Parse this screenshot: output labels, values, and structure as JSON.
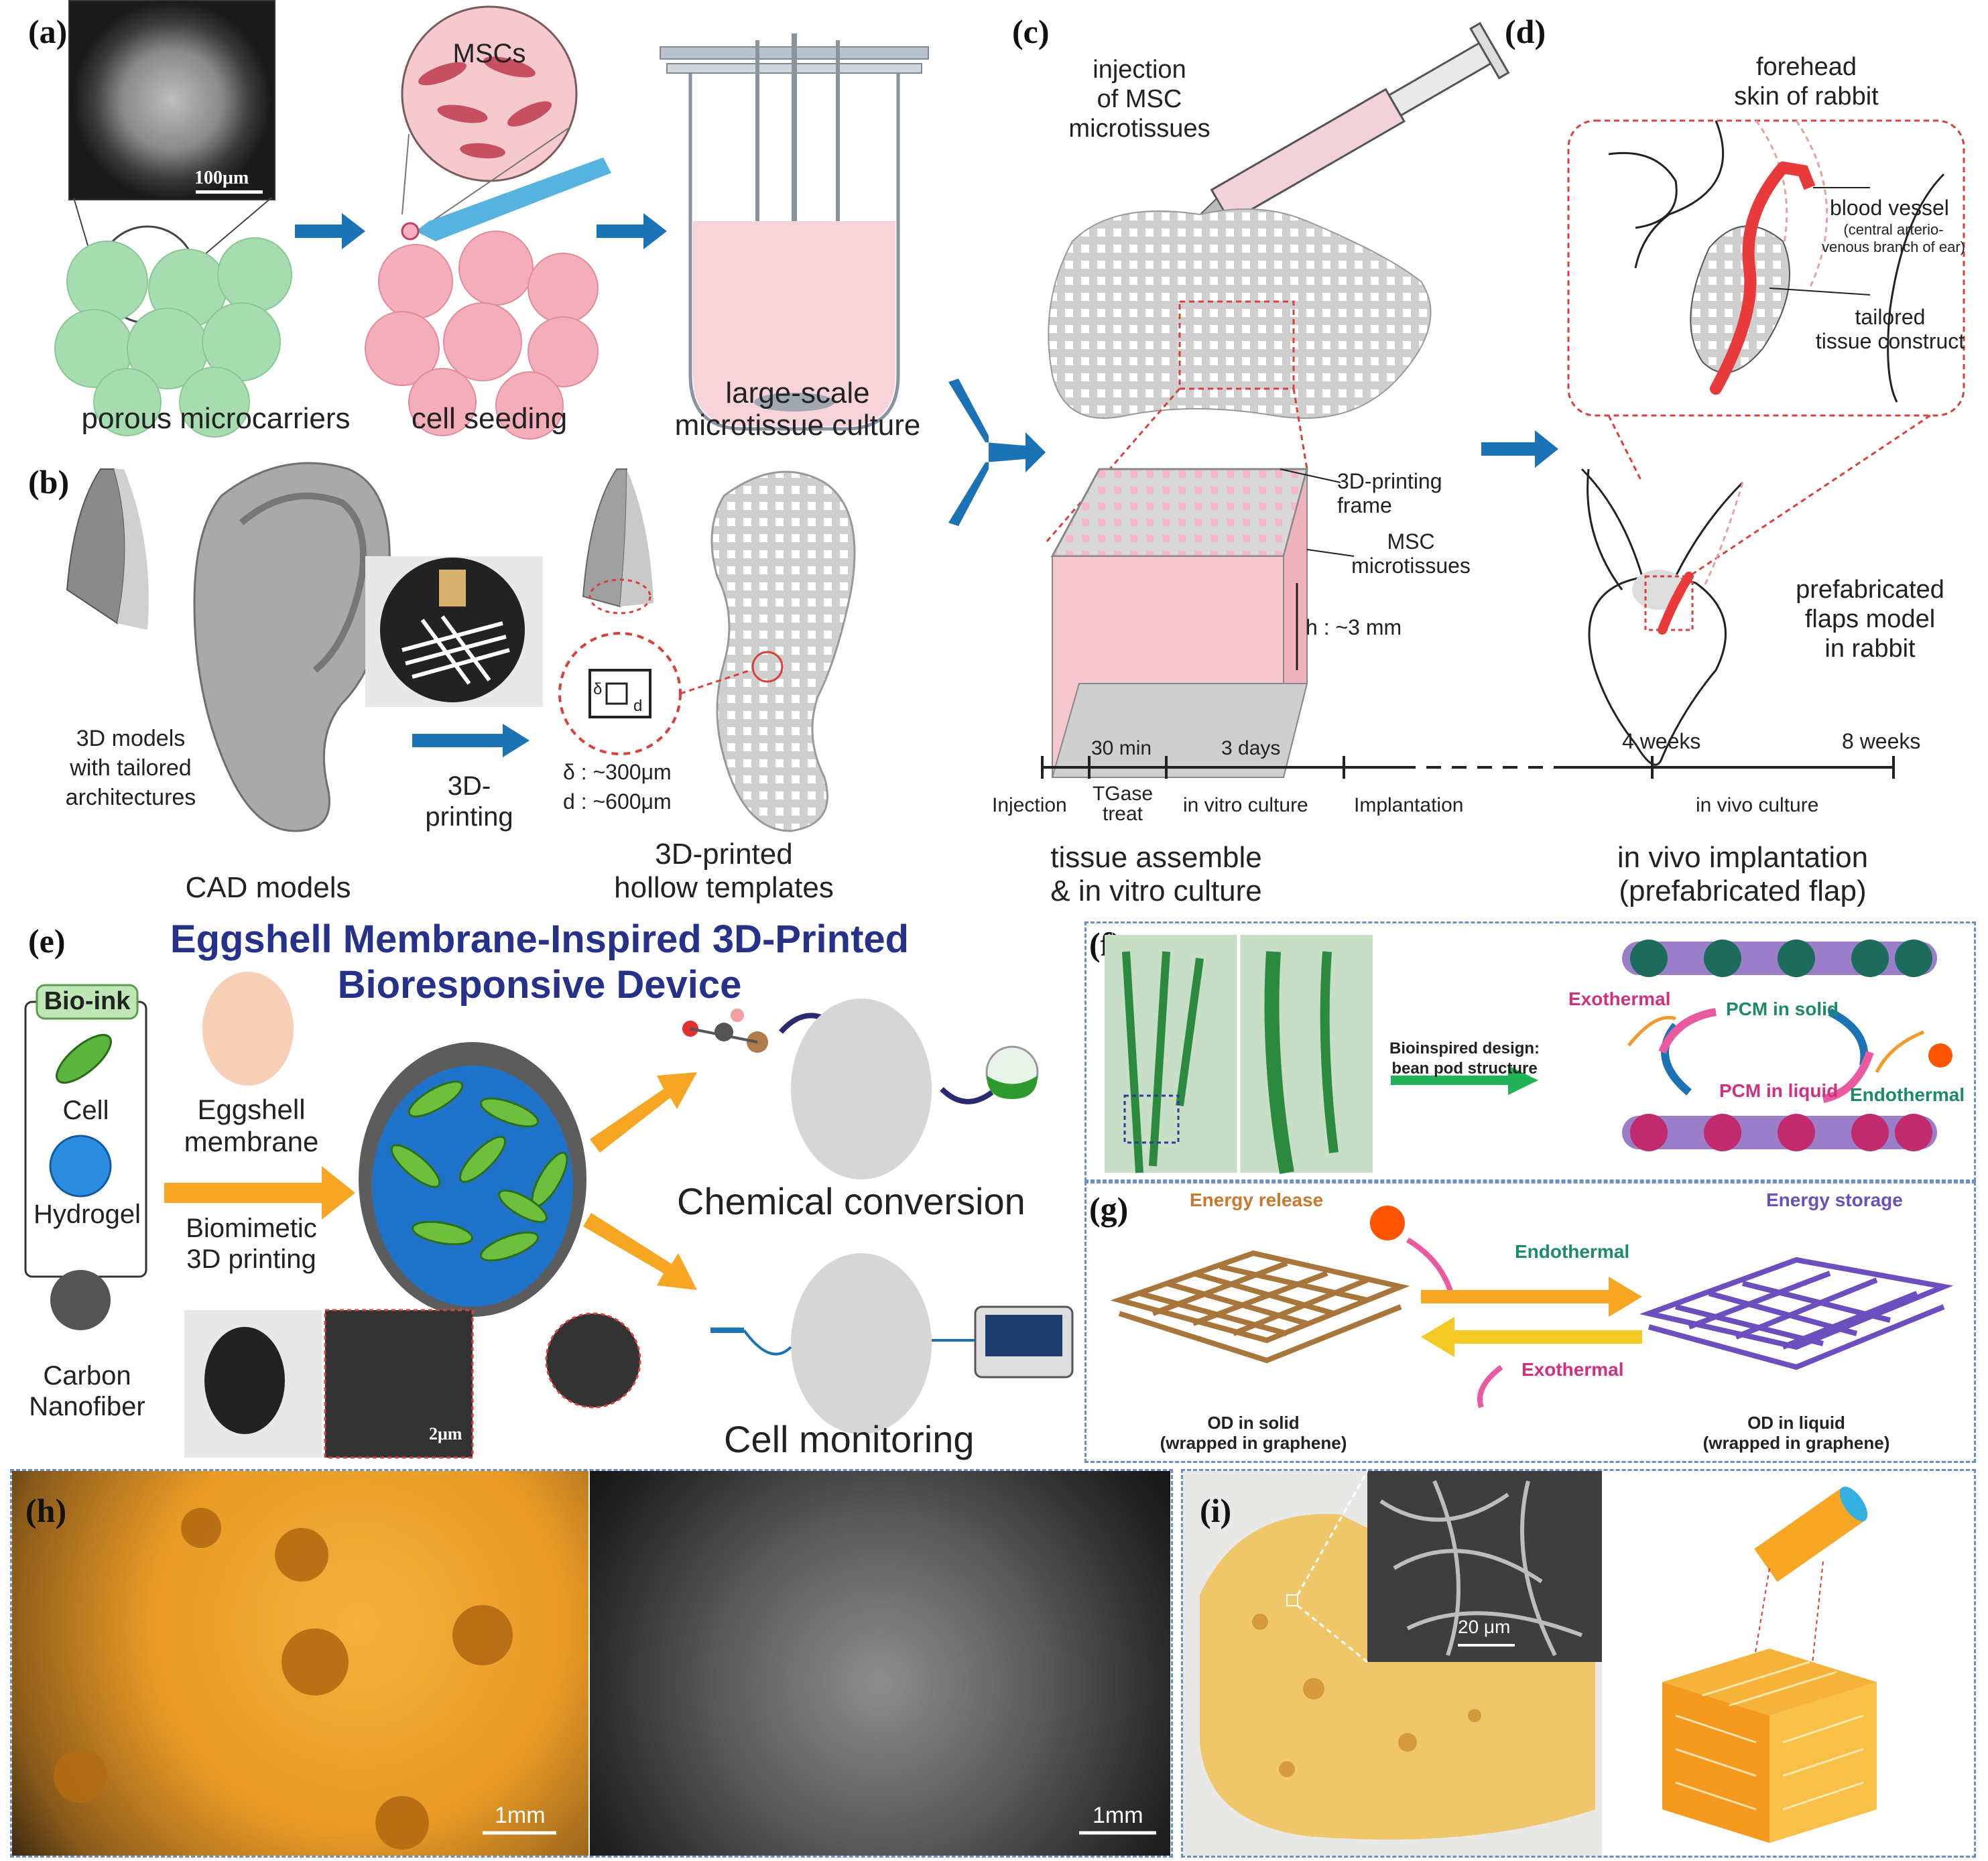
{
  "panels": {
    "a": {
      "label": "(a)",
      "scale_bar": "100μm",
      "cells_label": "MSCs",
      "steps": [
        "porous microcarriers",
        "cell seeding",
        "large-scale",
        "microtissue culture"
      ]
    },
    "b": {
      "label": "(b)",
      "models_text": [
        "3D models",
        "with tailored",
        "architectures"
      ],
      "printing_text": [
        "3D-",
        "printing"
      ],
      "dims": [
        "δ : ~300μm",
        "d : ~600μm"
      ],
      "glyph_delta": "δ",
      "glyph_d": "d",
      "cad_label": "CAD models",
      "templates_label": [
        "3D-printed",
        "hollow templates"
      ]
    },
    "c": {
      "label": "(c)",
      "injection_text": [
        "injection",
        "of MSC",
        "microtissues"
      ],
      "frame_label": [
        "3D-printing",
        "frame"
      ],
      "micro_label": [
        "MSC",
        "microtissues"
      ],
      "height_label": "h : ~3 mm",
      "bottom_label": [
        "tissue assemble",
        "& in vitro culture"
      ]
    },
    "d": {
      "label": "(d)",
      "forehead_text": [
        "forehead",
        "skin of rabbit"
      ],
      "vessel_text": "blood vessel",
      "vessel_sub": [
        "(central arterio-",
        "venous branch of ear)"
      ],
      "construct_text": [
        "tailored",
        "tissue construct"
      ],
      "flaps_text": [
        "prefabricated",
        "flaps model",
        "in rabbit"
      ],
      "bottom_label": [
        "in vivo implantation",
        "(prefabricated flap)"
      ]
    },
    "timeline": {
      "top": [
        "30 min",
        "3 days",
        "4 weeks",
        "8 weeks"
      ],
      "bottom": [
        "Injection",
        "TGase",
        "treat",
        "in vitro culture",
        "Implantation",
        "in vivo culture"
      ]
    },
    "e": {
      "label": "(e)",
      "title": [
        "Eggshell Membrane-Inspired 3D-Printed",
        "Bioresponsive Device"
      ],
      "bioink": "Bio-ink",
      "items": [
        "Cell",
        "Hydrogel",
        "Carbon",
        "Nanofiber"
      ],
      "eggshell": [
        "Eggshell",
        "membrane"
      ],
      "biomimetic": [
        "Biomimetic",
        "3D printing"
      ],
      "scale_bar": "2μm",
      "outputs": [
        "Chemical conversion",
        "Cell monitoring"
      ]
    },
    "f": {
      "label": "(f)",
      "design_text": [
        "Bioinspired design:",
        "bean pod structure"
      ],
      "exo": "Exothermal",
      "pcm_solid": "PCM in solid",
      "pcm_liquid": "PCM in liquid",
      "endo": "Endothermal"
    },
    "g": {
      "label": "(g)",
      "release": "Energy release",
      "storage": "Energy storage",
      "endo": "Endothermal",
      "exo": "Exothermal",
      "od_solid": [
        "OD in solid",
        "(wrapped in graphene)"
      ],
      "od_liquid": [
        "OD in liquid",
        "(wrapped in graphene)"
      ]
    },
    "h": {
      "label": "(h)",
      "scale_left": "1mm",
      "scale_right": "1mm"
    },
    "i": {
      "label": "(i)",
      "scale_bar": "20 μm"
    }
  },
  "colors": {
    "arrow_blue": "#1b72b5",
    "pink": "#f3b5c2",
    "red_dash": "#d9403a",
    "orange": "#f6a623",
    "title_blue": "#26318a"
  }
}
